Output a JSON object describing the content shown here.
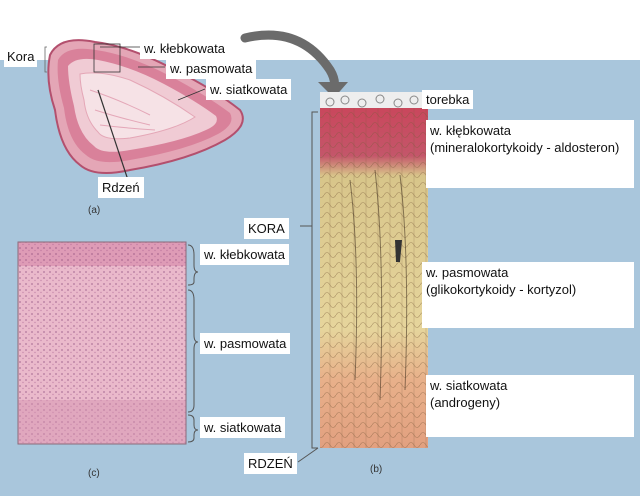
{
  "diagram": {
    "panel_a": {
      "fig_label": "(a)",
      "labels": {
        "kora": "Kora",
        "klebkowata": "w. kłebkowata",
        "pasmowata": "w. pasmowata",
        "siatkowata": "w. siatkowata",
        "rdzen": "Rdzeń"
      }
    },
    "panel_b": {
      "fig_label": "(b)",
      "labels": {
        "torebka": "torebka",
        "klebkowata_title": "w. kłębkowata",
        "klebkowata_desc": "(mineralokortykoidy - aldosteron)",
        "pasmowata_title": "w. pasmowata",
        "pasmowata_desc": "(glikokortykoidy - kortyzol)",
        "siatkowata_title": "w. siatkowata",
        "siatkowata_desc": "(androgeny)",
        "kora": "KORA",
        "rdzen": "RDZEŃ"
      }
    },
    "panel_c": {
      "fig_label": "(c)",
      "labels": {
        "klebkowata": "w. kłebkowata",
        "pasmowata": "w. pasmowata",
        "siatkowata": "w. siatkowata"
      }
    },
    "colors": {
      "background": "#a9c6dc",
      "cortex_outer": "#d9819a",
      "zona_glomerulosa": "#c44d60",
      "zona_fasciculata": "#e8d89a",
      "zona_reticularis": "#e8b48e",
      "histology": "#e8b5c8"
    }
  }
}
